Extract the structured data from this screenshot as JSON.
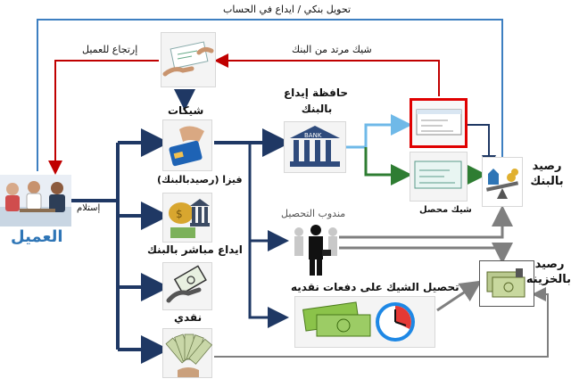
{
  "labels": {
    "top_transfer": "تحويل بنكي / ايداع في الحساب",
    "returned_cheque": "شيك مرتد من البنك",
    "return_to_client": "إرتجاع للعميل",
    "cheques": "شيكات",
    "deposit_wallet_line1": "حافظة إيداع",
    "deposit_wallet_line2": "بالبنك",
    "visa": "فيزا (رصيدبالبنك)",
    "receive": "إستلام",
    "client": "العميل",
    "direct_deposit": "ايداع مباشر بالبنك",
    "collector": "مندوب التحصيل",
    "collected_cheque": "شيك محصل",
    "cash": "نقدي",
    "collect_cheque_cash": "تحصيل الشيك على دفعات نقديه",
    "bank_balance_line1": "رصيد",
    "bank_balance_line2": "بالبنك",
    "treasury_balance_line1": "رصيد",
    "treasury_balance_line2": "بالخزينه",
    "bank_sign": "BANK"
  },
  "colors": {
    "flow_navy": "#1f3864",
    "blue_light": "#3d7fc1",
    "returned_red": "#c00000",
    "deposit_light_blue": "#6fb9e8",
    "collected_green": "#2e7d32",
    "gray_flow": "#7f7f7f",
    "client_title_blue": "#2e75b6"
  },
  "icons": [
    "client-meeting-icon",
    "cheque-handover-icon",
    "visa-card-icon",
    "bank-deposit-icon",
    "cash-hand-icon",
    "cash-fan-icon",
    "bank-building-icon",
    "returned-cheque-icon",
    "collected-cheque-icon",
    "bank-balance-scale-icon",
    "collector-people-icon",
    "cash-clock-icon",
    "treasury-cash-icon"
  ]
}
